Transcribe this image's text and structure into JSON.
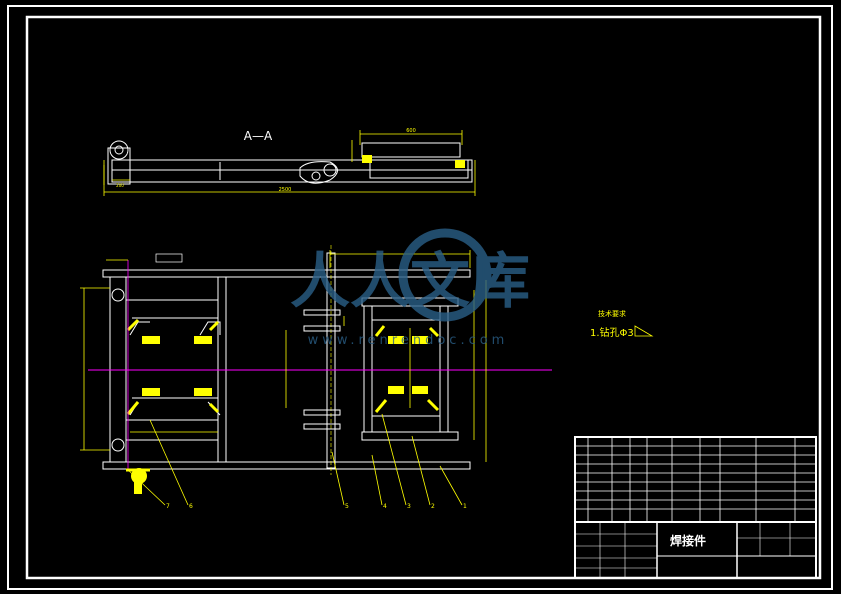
{
  "drawing": {
    "section_label": "A—A",
    "tech_req_title": "技术要求",
    "tech_req_item": "1.钻孔Φ3",
    "watermark_text": "人人文库",
    "watermark_url": "www.renrendoc.com",
    "part_callouts": [
      "7",
      "6",
      "5",
      "4",
      "3",
      "2",
      "1"
    ],
    "title_block_part_name": "焊接件"
  },
  "colors": {
    "background": "#000000",
    "outline": "#ffffff",
    "dimension": "#ffff00",
    "centerline": "#ff00ff",
    "hatch": "#ffff00",
    "watermark": "#2a5f88"
  }
}
